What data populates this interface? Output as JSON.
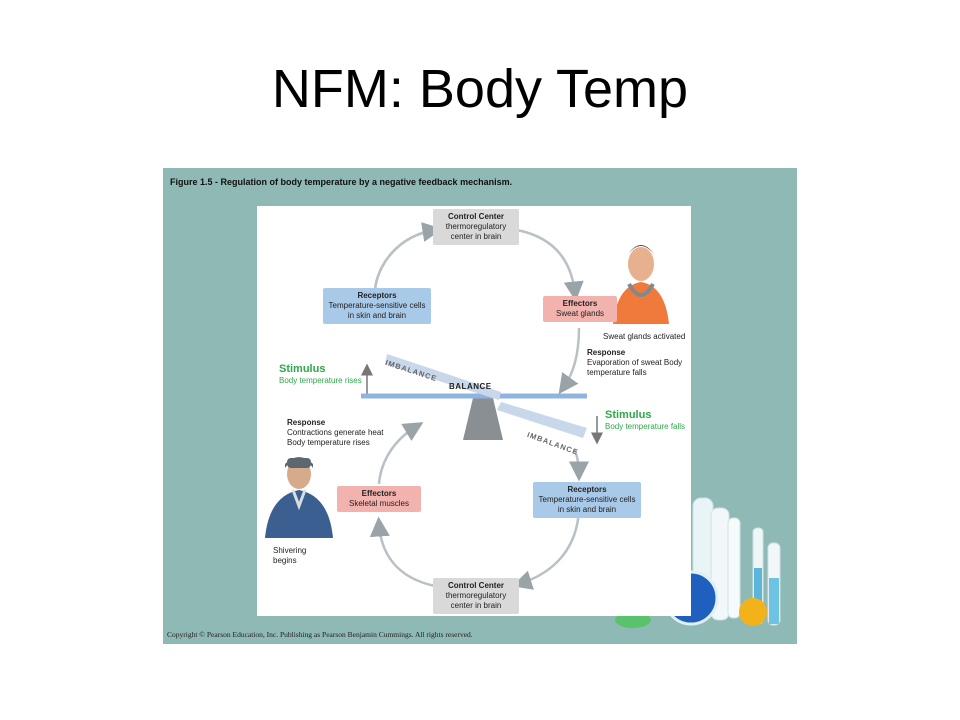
{
  "slide": {
    "title": "NFM: Body Temp"
  },
  "figure": {
    "caption": "Figure 1.5 - Regulation of body temperature by a negative feedback mechanism.",
    "copyright": "Copyright © Pearson Education, Inc. Publishing as Pearson Benjamin Cummings. All rights reserved.",
    "top_cycle": {
      "control_center": {
        "title": "Control Center",
        "text": "thermoregulatory center in brain"
      },
      "receptors": {
        "title": "Receptors",
        "text": "Temperature-sensitive cells in skin and brain"
      },
      "effectors": {
        "title": "Effectors",
        "text": "Sweat glands"
      },
      "effect_caption": "Sweat glands activated",
      "response": {
        "title": "Response",
        "text": "Evaporation of sweat Body temperature falls"
      },
      "stimulus": {
        "title": "Stimulus",
        "text": "Body temperature rises"
      }
    },
    "bottom_cycle": {
      "control_center": {
        "title": "Control Center",
        "text": "thermoregulatory center in brain"
      },
      "receptors": {
        "title": "Receptors",
        "text": "Temperature-sensitive cells in skin and brain"
      },
      "effectors": {
        "title": "Effectors",
        "text": "Skeletal muscles"
      },
      "effect_caption": "Shivering begins",
      "response": {
        "title": "Response",
        "text": "Contractions generate heat Body temperature rises"
      },
      "stimulus": {
        "title": "Stimulus",
        "text": "Body temperature falls"
      }
    },
    "balance": "BALANCE",
    "imbalance_top": "IMBALANCE",
    "imbalance_bottom": "IMBALANCE",
    "colors": {
      "stimulus": "#2ea84a",
      "receptors": "#a9c9e8",
      "effectors": "#f2b2ae",
      "control": "#d9d9d9",
      "background": "#8fb9b4"
    }
  }
}
